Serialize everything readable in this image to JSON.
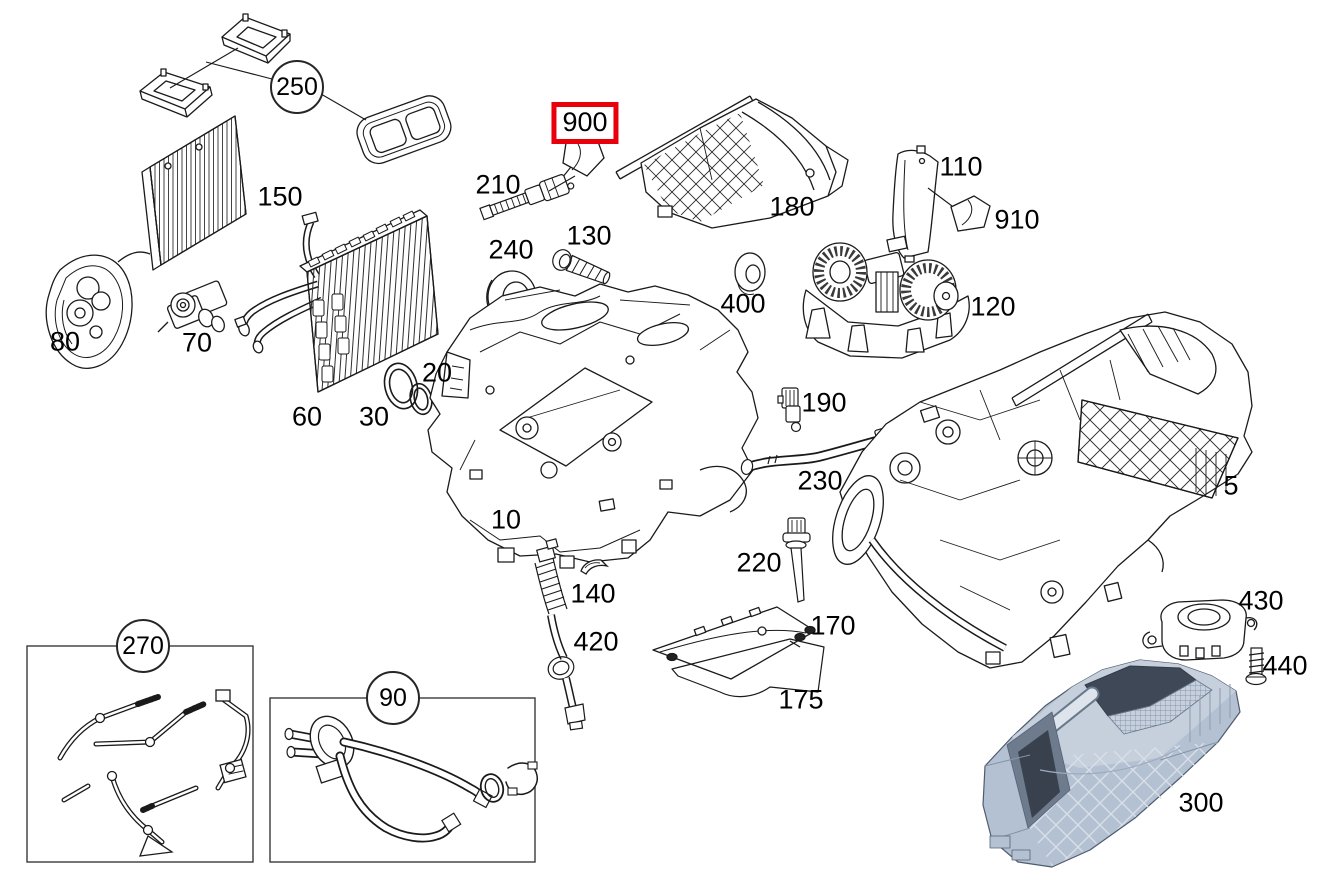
{
  "diagram": {
    "kind": "exploded-parts-diagram",
    "background": "#ffffff",
    "line_color": "#1a1a1a",
    "highlight": {
      "part": "900",
      "box_color": "#e8000d"
    },
    "shaded_part_colors": {
      "light": "#c6d0dd",
      "mid": "#b4c1d2",
      "dark": "#3f4856"
    },
    "callouts": [
      {
        "id": "250",
        "text": "250",
        "style": "circled"
      },
      {
        "id": "900",
        "text": "900",
        "style": "red-box"
      },
      {
        "id": "150",
        "text": "150",
        "style": "plain"
      },
      {
        "id": "210",
        "text": "210",
        "style": "plain"
      },
      {
        "id": "180",
        "text": "180",
        "style": "plain"
      },
      {
        "id": "110",
        "text": "110",
        "style": "plain"
      },
      {
        "id": "910",
        "text": "910",
        "style": "plain"
      },
      {
        "id": "240",
        "text": "240",
        "style": "plain"
      },
      {
        "id": "130",
        "text": "130",
        "style": "plain"
      },
      {
        "id": "400",
        "text": "400",
        "style": "plain"
      },
      {
        "id": "120",
        "text": "120",
        "style": "plain"
      },
      {
        "id": "80",
        "text": "80",
        "style": "plain"
      },
      {
        "id": "70",
        "text": "70",
        "style": "plain"
      },
      {
        "id": "60",
        "text": "60",
        "style": "plain"
      },
      {
        "id": "30",
        "text": "30",
        "style": "plain"
      },
      {
        "id": "20",
        "text": "20",
        "style": "plain"
      },
      {
        "id": "190",
        "text": "190",
        "style": "plain"
      },
      {
        "id": "10",
        "text": "10",
        "style": "plain"
      },
      {
        "id": "230",
        "text": "230",
        "style": "plain"
      },
      {
        "id": "5",
        "text": "5",
        "style": "plain"
      },
      {
        "id": "220",
        "text": "220",
        "style": "plain"
      },
      {
        "id": "140",
        "text": "140",
        "style": "plain"
      },
      {
        "id": "420",
        "text": "420",
        "style": "plain"
      },
      {
        "id": "170",
        "text": "170",
        "style": "plain"
      },
      {
        "id": "175",
        "text": "175",
        "style": "plain"
      },
      {
        "id": "430",
        "text": "430",
        "style": "plain"
      },
      {
        "id": "440",
        "text": "440",
        "style": "plain"
      },
      {
        "id": "300",
        "text": "300",
        "style": "plain"
      },
      {
        "id": "270",
        "text": "270",
        "style": "circled"
      },
      {
        "id": "90",
        "text": "90",
        "style": "circled"
      }
    ]
  }
}
